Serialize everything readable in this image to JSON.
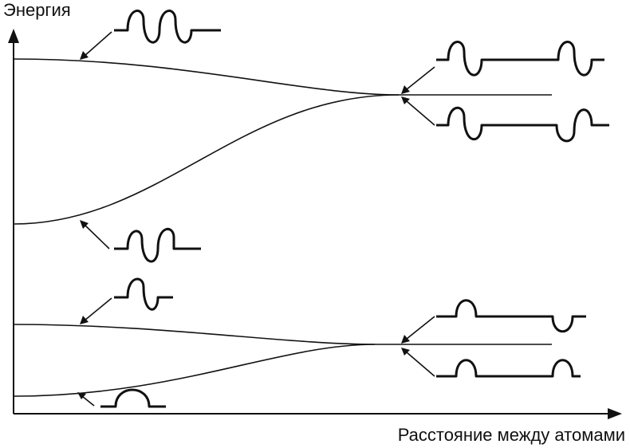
{
  "axes": {
    "y_label": "Энергия",
    "x_label": "Расстояние между атомами"
  },
  "upper_band": {
    "top_wavefunction": "two-bumps-up-down-up-down",
    "bottom_wavefunction": "two-bumps-up-down-up",
    "merged_top_wavefunction": "separated-up-down-and-up-down",
    "merged_bottom_wavefunction": "separated-up-down-and-down-up"
  },
  "lower_band": {
    "top_wavefunction": "bump-up-then-down",
    "bottom_wavefunction": "single-bump",
    "merged_top_wavefunction": "separated-up-and-down",
    "merged_bottom_wavefunction": "separated-up-and-up"
  }
}
